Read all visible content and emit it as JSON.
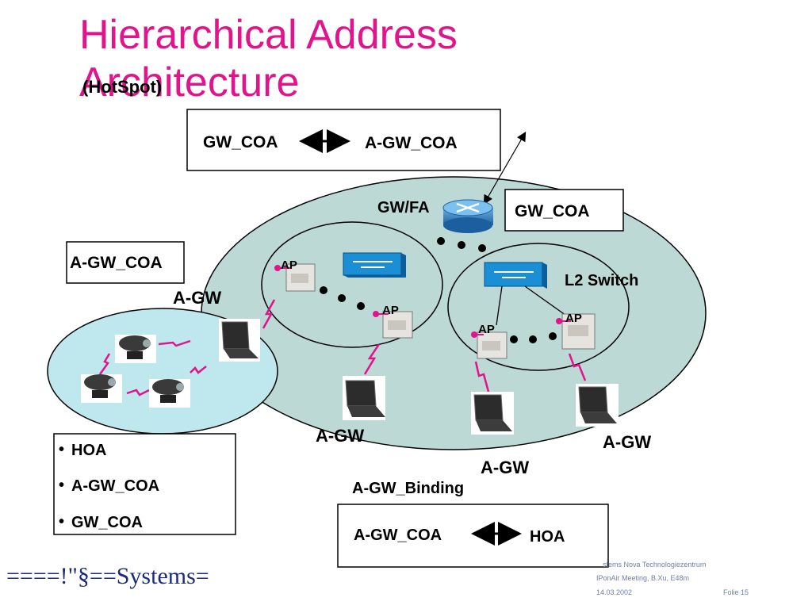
{
  "slide": {
    "title": "Hierarchical Address Architecture",
    "subtitle": "(HotSpot)"
  },
  "top_box": {
    "left": "GW_COA",
    "right": "A-GW_COA"
  },
  "router_label": "GW/FA",
  "router_box": "GW_COA",
  "left_box": "A-GW_COA",
  "switch_label": "L2 Switch",
  "ap_labels": [
    "AP",
    "AP",
    "AP",
    "AP"
  ],
  "agw_labels": [
    "A-GW",
    "A-GW",
    "A-GW",
    "A-GW"
  ],
  "legend": [
    "HOA",
    "A-GW_COA",
    "GW_COA"
  ],
  "binding": {
    "title": "A-GW_Binding",
    "left": "A-GW_COA",
    "right": "HOA"
  },
  "footer": {
    "logo": "====!\"§==Systems=",
    "line1": "stems Nova Technologiezentrum",
    "line2": "IPonAir Meeting, B.Xu, E48m",
    "date": "14.03.2002",
    "page": "Folie 15"
  },
  "colors": {
    "title": "#e0158c",
    "cell_fill": "#bcd9d5",
    "adhoc_fill": "#bfe8ee",
    "switch_blue": "#1a8fd6",
    "link_magenta": "#e0158c"
  }
}
